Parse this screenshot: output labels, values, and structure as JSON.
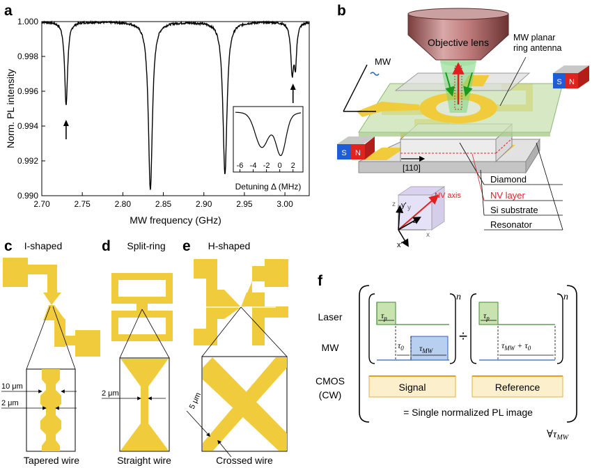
{
  "panels": {
    "a": "a",
    "b": "b",
    "c": "c",
    "d": "d",
    "e": "e",
    "f": "f"
  },
  "colors": {
    "gold": "#f0cc3c",
    "green_box": "#c8e2b0",
    "blue_box": "#b8cff0",
    "cmos_box": "#fcefcc",
    "laser_line": "#3e8a30",
    "mw_line": "#2c62c0",
    "nv_red": "#e02020",
    "magnet_red": "#e0231e",
    "magnet_blue": "#1e5cd8"
  },
  "chart_data": {
    "type": "line",
    "xlabel": "MW frequency (GHz)",
    "ylabel": "Norm. PL intensity",
    "xlim": [
      2.7,
      3.03
    ],
    "ylim": [
      0.99,
      1.0
    ],
    "xticks": [
      "2.70",
      "2.75",
      "2.80",
      "2.85",
      "2.90",
      "2.95",
      "3.00"
    ],
    "yticks": [
      "0.990",
      "0.992",
      "0.994",
      "0.996",
      "0.998",
      "1.000"
    ],
    "dips": [
      {
        "center": 2.73,
        "depth": 0.0048,
        "width": 0.0022
      },
      {
        "center": 2.834,
        "depth": 0.0097,
        "width": 0.003
      },
      {
        "center": 2.926,
        "depth": 0.0088,
        "width": 0.003
      },
      {
        "center": 3.009,
        "depth": 0.0028,
        "width": 0.0022
      },
      {
        "center": 3.013,
        "depth": 0.0022,
        "width": 0.0018
      }
    ],
    "arrows_at": [
      2.73,
      3.01
    ],
    "inset": {
      "xlabel": "Detuning Δ (MHz)",
      "xticks": [
        "-6",
        "-4",
        "-2",
        "0",
        "2"
      ],
      "xlim": [
        -7,
        3.5
      ]
    }
  },
  "panel_b": {
    "objective_label": "Objective lens",
    "antenna_label": "MW planar\nring antenna",
    "mw_label": "MW",
    "magnet_s": "S",
    "magnet_n": "N",
    "direction_label": "[110]",
    "layers": [
      "Diamond",
      "NV layer",
      "Si substrate",
      "Resonator"
    ],
    "axes": {
      "z": "z",
      "y": "y",
      "x": "x",
      "zp": "z'",
      "yp": "y'",
      "xp": "x'",
      "nv": "NV axis"
    }
  },
  "panel_c": {
    "title": "I-shaped",
    "caption": "Tapered wire",
    "dim1": "10 μm",
    "dim2": "2 μm"
  },
  "panel_d": {
    "title": "Split-ring",
    "caption": "Straight wire",
    "dim1": "2 μm"
  },
  "panel_e": {
    "title": "H-shaped",
    "caption": "Crossed wire",
    "dim1": "5 μm"
  },
  "panel_f": {
    "row_laser": "Laser",
    "row_mw": "MW",
    "row_cmos_1": "CMOS",
    "row_cmos_2": "(CW)",
    "signal": "Signal",
    "reference": "Reference",
    "divide": "÷",
    "result": "= Single normalized PL image",
    "exponent": "n",
    "forall": "∀τ",
    "forall_sub": "MW",
    "tau_p": "τ",
    "tau_p_sub": "p",
    "tau_0": "τ",
    "tau_0_sub": "0",
    "tau_mw": "τ",
    "tau_mw_sub": "MW",
    "tau_sum": "τ",
    "tau_sum_sub_a": "MW",
    "tau_sum_mid": " + τ",
    "tau_sum_sub_b": "0"
  }
}
